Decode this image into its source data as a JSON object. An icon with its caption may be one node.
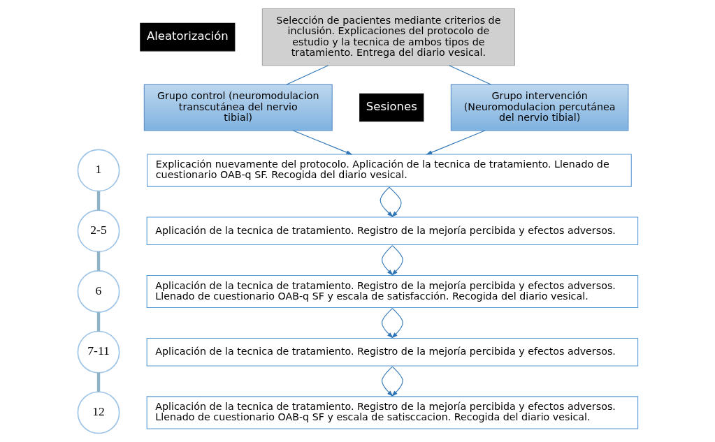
{
  "diagram": {
    "nodes": [
      {
        "text": [
          "Selección de pacientes mediante criterios de inclusión. Explicaciones del protocolo de estudio y la tecnica de ambos tipos de tratamiento. Entrega del diario vesical."
        ]
      },
      {
        "text": [
          "Aleatorización"
        ]
      },
      {
        "text": [
          "Grupo intervención (Neuromodulacion percutánea del nervio tibial)"
        ]
      },
      {
        "text": [
          "Grupo control (neuromodulacion transcutánea del nervio tibial)"
        ]
      },
      {
        "text": [
          "Sesiones"
        ]
      },
      {
        "text": [
          "1"
        ]
      },
      {
        "text": [
          "Explicación nuevamente del protocolo. Aplicación de la tecnica de tratamiento. Llenado de cuestionario OAB-q SF. Recogida del diario vesical."
        ]
      },
      {
        "text": [
          "2-5"
        ]
      },
      {
        "text": [
          "Aplicación de la tecnica de tratamiento. Registro de la mejoría percibida y efectos adversos."
        ]
      },
      {
        "text": [
          "6"
        ]
      },
      {
        "text": [
          "Aplicación de la tecnica de tratamiento. Registro de la mejoría percibida y efectos adversos. Llenado de cuestionario OAB-q SF y escala de satisfacción. Recogida del diario vesical."
        ]
      },
      {
        "text": [
          "7-11"
        ]
      },
      {
        "text": [
          "Aplicación de la tecnica de tratamiento. Registro de la mejoría percibida y efectos adversos."
        ]
      },
      {
        "text": [
          "12"
        ]
      },
      {
        "text": [
          "Aplicación de la tecnica de tratamiento. Registro de la mejoría percibida y efectos adversos. Llenado de cuestionario OAB-q SF y escala de satisccacion. Recogida del diario vesical."
        ]
      }
    ],
    "edges": [
      {
        "from": 0,
        "to": 2,
        "arrow": "none"
      },
      {
        "from": 0,
        "to": 3,
        "arrow": "none"
      },
      {
        "from": 2,
        "to": 6,
        "arrow": "to"
      },
      {
        "from": 3,
        "to": 6,
        "arrow": "to"
      },
      {
        "from": 6,
        "to": 8,
        "arrow": "to"
      },
      {
        "from": 6,
        "to": 8,
        "arrow": "to"
      },
      {
        "from": 8,
        "to": 10,
        "arrow": "to"
      },
      {
        "from": 8,
        "to": 10,
        "arrow": "to"
      },
      {
        "from": 10,
        "to": 12,
        "arrow": "to"
      },
      {
        "from": 10,
        "to": 12,
        "arrow": "to"
      },
      {
        "from": 12,
        "to": 14,
        "arrow": "to"
      },
      {
        "from": 12,
        "to": 14,
        "arrow": "to"
      },
      {
        "from": 5,
        "to": 7,
        "arrow": "none",
        "style": "thick",
        "color": "#8fb3c6"
      },
      {
        "from": 7,
        "to": 9,
        "arrow": "none",
        "style": "thick",
        "color": "#8fb3c6"
      },
      {
        "from": 9,
        "to": 11,
        "arrow": "none",
        "style": "thick",
        "color": "#8fb3c6"
      },
      {
        "from": 11,
        "to": 13,
        "arrow": "none",
        "style": "thick",
        "color": "#8fb3c6"
      }
    ]
  }
}
